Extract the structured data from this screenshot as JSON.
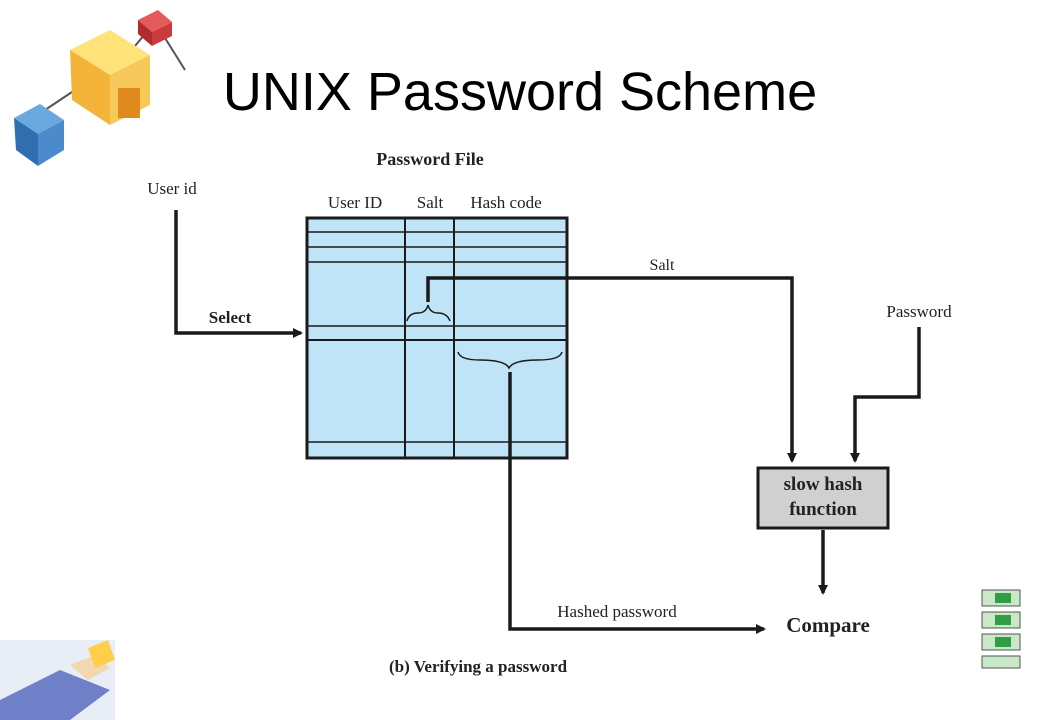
{
  "slide": {
    "title": "UNIX Password Scheme"
  },
  "diagram": {
    "password_file_title": "Password File",
    "columns": [
      "User ID",
      "Salt",
      "Hash code"
    ],
    "labels": {
      "user_id": "User id",
      "select": "Select",
      "salt": "Salt",
      "password": "Password",
      "hash_function_line1": "slow hash",
      "hash_function_line2": "function",
      "hashed_password": "Hashed password",
      "compare": "Compare",
      "caption": "(b) Verifying a password"
    },
    "colors": {
      "table_fill": "#bfe3f7",
      "hash_box_fill": "#d0d0d0",
      "line": "#1a1a1a"
    }
  }
}
